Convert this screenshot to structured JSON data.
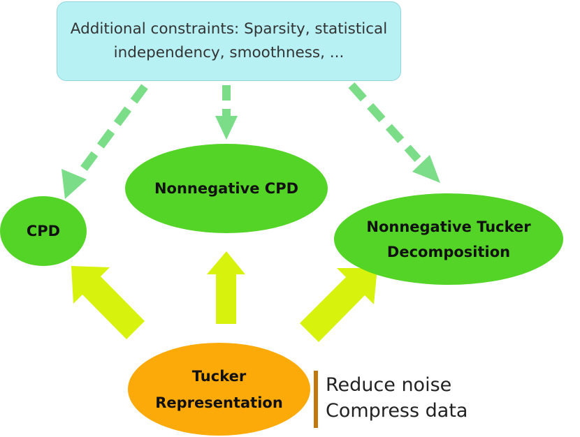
{
  "constraints": {
    "text": "Additional constraints: Sparsity, statistical independency, smoothness, ..."
  },
  "nodes": {
    "cpd": "CPD",
    "nonnegative_cpd": "Nonnegative CPD",
    "nonnegative_tucker": "Nonnegative Tucker Decomposition",
    "tucker": "Tucker Representation"
  },
  "benefits": [
    "Reduce noise",
    "Compress data"
  ],
  "colors": {
    "constraints_fill": "#b7f1f4",
    "node_green": "#55d428",
    "tucker_orange": "#fbaa0a",
    "dashed_arrow": "#7bdd88",
    "solid_arrow": "#d7f20c",
    "side_bar": "#c2780a"
  }
}
